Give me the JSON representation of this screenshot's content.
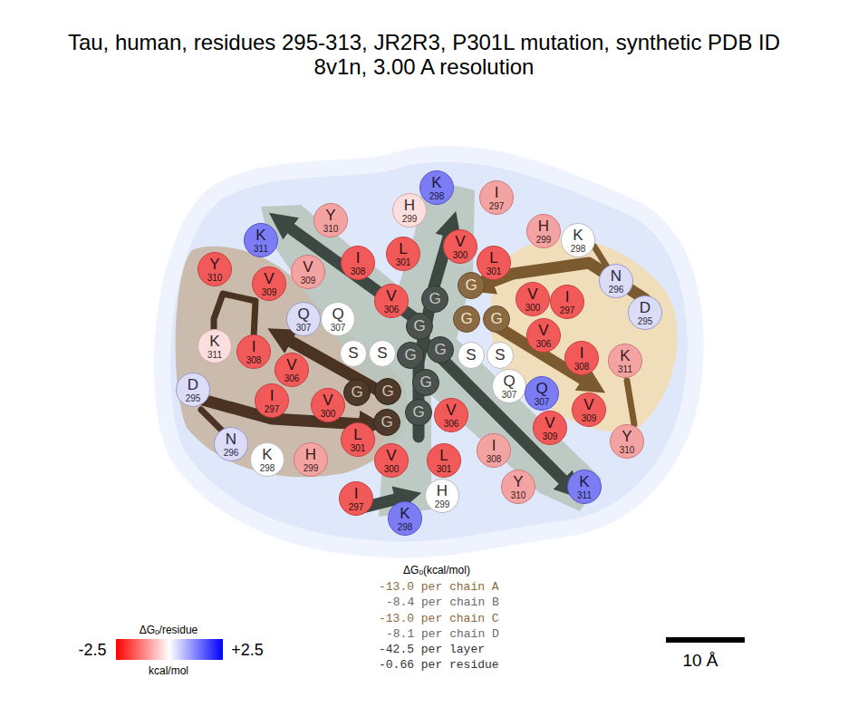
{
  "diagram": {
    "title": "Tau, human, residues 295-313, JR2R3, P301L mutation, synthetic PDB ID 8v1n, 3.00 A resolution",
    "nodes": [
      {
        "text": [
          "K",
          "298"
        ]
      },
      {
        "text": [
          "I",
          "297"
        ]
      },
      {
        "text": [
          "H",
          "299"
        ]
      },
      {
        "text": [
          "Y",
          "310"
        ]
      },
      {
        "text": [
          "K",
          "311"
        ]
      },
      {
        "text": [
          "H",
          "299"
        ]
      },
      {
        "text": [
          "K",
          "298"
        ]
      },
      {
        "text": [
          "V",
          "300"
        ]
      },
      {
        "text": [
          "L",
          "301"
        ]
      },
      {
        "text": [
          "L",
          "301"
        ]
      },
      {
        "text": [
          "I",
          "308"
        ]
      },
      {
        "text": [
          "Y",
          "310"
        ]
      },
      {
        "text": [
          "V",
          "309"
        ]
      },
      {
        "text": [
          "V",
          "309"
        ]
      },
      {
        "text": [
          "N",
          "296"
        ]
      },
      {
        "text": [
          "D",
          "295"
        ]
      },
      {
        "text": [
          "G"
        ]
      },
      {
        "text": [
          "G"
        ]
      },
      {
        "text": [
          "V",
          "306"
        ]
      },
      {
        "text": [
          "Q",
          "307"
        ]
      },
      {
        "text": [
          "Q",
          "307"
        ]
      },
      {
        "text": [
          "V",
          "300"
        ]
      },
      {
        "text": [
          "I",
          "297"
        ]
      },
      {
        "text": [
          "G"
        ]
      },
      {
        "text": [
          "G"
        ]
      },
      {
        "text": [
          "G"
        ]
      },
      {
        "text": [
          "V",
          "306"
        ]
      },
      {
        "text": [
          "K",
          "311"
        ]
      },
      {
        "text": [
          "I",
          "308"
        ]
      },
      {
        "text": [
          "S"
        ]
      },
      {
        "text": [
          "S"
        ]
      },
      {
        "text": [
          "G"
        ]
      },
      {
        "text": [
          "G"
        ]
      },
      {
        "text": [
          "S"
        ]
      },
      {
        "text": [
          "S"
        ]
      },
      {
        "text": [
          "I",
          "308"
        ]
      },
      {
        "text": [
          "K",
          "311"
        ]
      },
      {
        "text": [
          "V",
          "306"
        ]
      },
      {
        "text": [
          "G"
        ]
      },
      {
        "text": [
          "G"
        ]
      },
      {
        "text": [
          "G"
        ]
      },
      {
        "text": [
          "Q",
          "307"
        ]
      },
      {
        "text": [
          "Q",
          "307"
        ]
      },
      {
        "text": [
          "D",
          "295"
        ]
      },
      {
        "text": [
          "I",
          "297"
        ]
      },
      {
        "text": [
          "V",
          "300"
        ]
      },
      {
        "text": [
          "G"
        ]
      },
      {
        "text": [
          "G"
        ]
      },
      {
        "text": [
          "V",
          "306"
        ]
      },
      {
        "text": [
          "V",
          "309"
        ]
      },
      {
        "text": [
          "V",
          "309"
        ]
      },
      {
        "text": [
          "N",
          "296"
        ]
      },
      {
        "text": [
          "Y",
          "310"
        ]
      },
      {
        "text": [
          "L",
          "301"
        ]
      },
      {
        "text": [
          "V",
          "300"
        ]
      },
      {
        "text": [
          "L",
          "301"
        ]
      },
      {
        "text": [
          "K",
          "298"
        ]
      },
      {
        "text": [
          "H",
          "299"
        ]
      },
      {
        "text": [
          "I",
          "308"
        ]
      },
      {
        "text": [
          "Y",
          "310"
        ]
      },
      {
        "text": [
          "K",
          "311"
        ]
      },
      {
        "text": [
          "I",
          "297"
        ]
      },
      {
        "text": [
          "K",
          "298"
        ]
      },
      {
        "text": [
          "H",
          "299"
        ]
      }
    ],
    "labels": [
      "ΔGₒ(kcal/mol)",
      "-13.0 per chain A",
      "-8.4 per chain B",
      "-13.0 per chain C",
      "-8.1 per chain D",
      "-42.5 per layer",
      "-0.66 per residue",
      "ΔGₒ/residue",
      "-2.5",
      "+2.5",
      "kcal/mol",
      "10 Å"
    ]
  }
}
